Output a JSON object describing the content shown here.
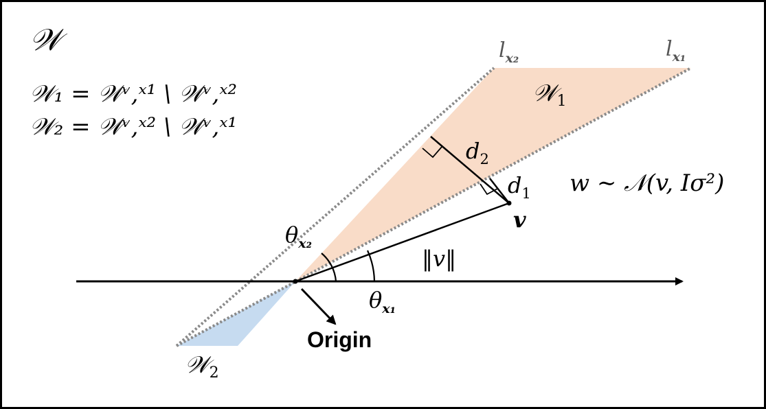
{
  "set_label": "𝒲",
  "definitions": {
    "w1": "𝒲₁ = 𝒲ᵛ,ˣ¹ \\ 𝒲ᵛ,ˣ²",
    "w2": "𝒲₂ = 𝒲ᵛ,ˣ² \\ 𝒲ᵛ,ˣ¹"
  },
  "line_labels": {
    "l_x2": "l",
    "l_x2_sub": "x₂",
    "l_x1": "l",
    "l_x1_sub": "x₁"
  },
  "region_labels": {
    "w1": "𝒲",
    "w1_sub": "1",
    "w2": "𝒲",
    "w2_sub": "2"
  },
  "distances": {
    "d1": "d",
    "d1_sub": "1",
    "d2": "d",
    "d2_sub": "2"
  },
  "vector_label": "v",
  "norm_label": "‖v‖",
  "distribution": "w ∼ 𝒩(v, Iσ²)",
  "angles": {
    "theta_x2": "θ",
    "theta_x2_sub": "x₂",
    "theta_x1": "θ",
    "theta_x1_sub": "x₁"
  },
  "origin_label": "Origin",
  "colors": {
    "region_w1": "#f9dcc8",
    "region_w2": "#c6dbf0",
    "dotted_line": "#8a8a8a"
  }
}
